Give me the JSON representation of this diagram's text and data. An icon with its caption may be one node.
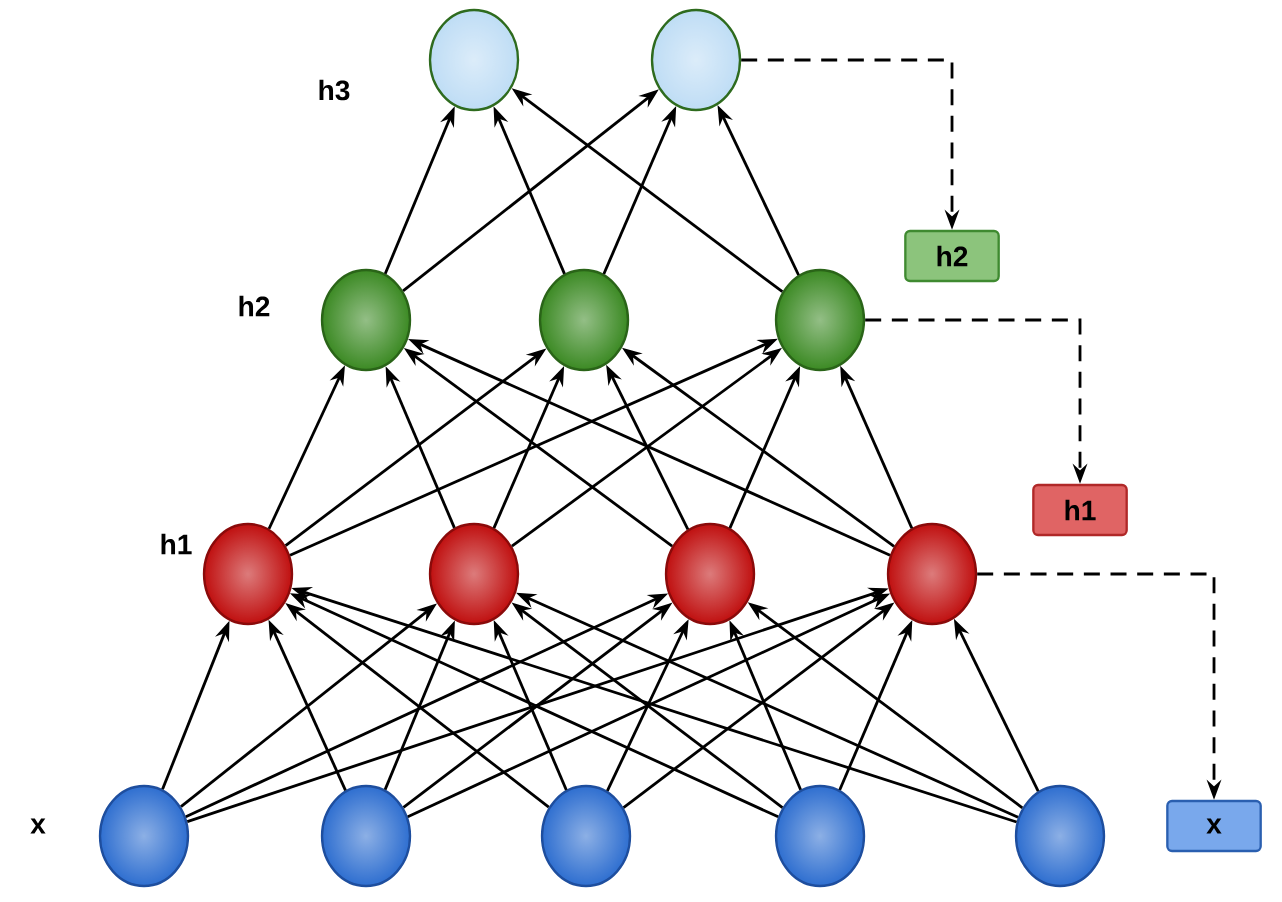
{
  "diagram": {
    "nodes": [
      {
        "text": [],
        "shape": "circle"
      },
      {
        "text": [],
        "shape": "circle"
      },
      {
        "text": [],
        "shape": "circle"
      },
      {
        "text": [],
        "shape": "circle"
      },
      {
        "text": [],
        "shape": "circle"
      },
      {
        "text": [],
        "shape": "circle"
      },
      {
        "text": [],
        "shape": "circle"
      },
      {
        "text": [],
        "shape": "circle"
      },
      {
        "text": [],
        "shape": "circle"
      },
      {
        "text": [],
        "shape": "circle"
      },
      {
        "text": [],
        "shape": "circle"
      },
      {
        "text": [],
        "shape": "circle"
      },
      {
        "text": [],
        "shape": "circle"
      },
      {
        "text": [],
        "shape": "circle"
      },
      {
        "text": [
          "h2"
        ]
      },
      {
        "text": [
          "h1"
        ]
      },
      {
        "text": [
          "x"
        ]
      }
    ],
    "edges": [
      {
        "from": 2,
        "to": 0,
        "arrow": "to"
      },
      {
        "from": 2,
        "to": 1,
        "arrow": "to"
      },
      {
        "from": 3,
        "to": 0,
        "arrow": "to"
      },
      {
        "from": 3,
        "to": 1,
        "arrow": "to"
      },
      {
        "from": 4,
        "to": 0,
        "arrow": "to"
      },
      {
        "from": 4,
        "to": 1,
        "arrow": "to"
      },
      {
        "from": 5,
        "to": 2,
        "arrow": "to"
      },
      {
        "from": 5,
        "to": 3,
        "arrow": "to"
      },
      {
        "from": 5,
        "to": 4,
        "arrow": "to"
      },
      {
        "from": 6,
        "to": 2,
        "arrow": "to"
      },
      {
        "from": 6,
        "to": 3,
        "arrow": "to"
      },
      {
        "from": 6,
        "to": 4,
        "arrow": "to"
      },
      {
        "from": 7,
        "to": 2,
        "arrow": "to"
      },
      {
        "from": 7,
        "to": 3,
        "arrow": "to"
      },
      {
        "from": 7,
        "to": 4,
        "arrow": "to"
      },
      {
        "from": 8,
        "to": 2,
        "arrow": "to"
      },
      {
        "from": 8,
        "to": 3,
        "arrow": "to"
      },
      {
        "from": 8,
        "to": 4,
        "arrow": "to"
      },
      {
        "from": 9,
        "to": 5,
        "arrow": "to"
      },
      {
        "from": 9,
        "to": 6,
        "arrow": "to"
      },
      {
        "from": 9,
        "to": 7,
        "arrow": "to"
      },
      {
        "from": 9,
        "to": 8,
        "arrow": "to"
      },
      {
        "from": 10,
        "to": 5,
        "arrow": "to"
      },
      {
        "from": 10,
        "to": 6,
        "arrow": "to"
      },
      {
        "from": 10,
        "to": 7,
        "arrow": "to"
      },
      {
        "from": 10,
        "to": 8,
        "arrow": "to"
      },
      {
        "from": 11,
        "to": 5,
        "arrow": "to"
      },
      {
        "from": 11,
        "to": 6,
        "arrow": "to"
      },
      {
        "from": 11,
        "to": 7,
        "arrow": "to"
      },
      {
        "from": 11,
        "to": 8,
        "arrow": "to"
      },
      {
        "from": 12,
        "to": 5,
        "arrow": "to"
      },
      {
        "from": 12,
        "to": 6,
        "arrow": "to"
      },
      {
        "from": 12,
        "to": 7,
        "arrow": "to"
      },
      {
        "from": 12,
        "to": 8,
        "arrow": "to"
      },
      {
        "from": 13,
        "to": 5,
        "arrow": "to"
      },
      {
        "from": 13,
        "to": 6,
        "arrow": "to"
      },
      {
        "from": 13,
        "to": 7,
        "arrow": "to"
      },
      {
        "from": 13,
        "to": 8,
        "arrow": "to"
      },
      {
        "from": 1,
        "to": 14,
        "arrow": "to",
        "style": "dashed"
      },
      {
        "from": 4,
        "to": 15,
        "arrow": "to",
        "style": "dashed"
      },
      {
        "from": 8,
        "to": 16,
        "arrow": "to",
        "style": "dashed"
      }
    ],
    "labels": [
      "h3",
      "h2",
      "h1",
      "x"
    ]
  }
}
